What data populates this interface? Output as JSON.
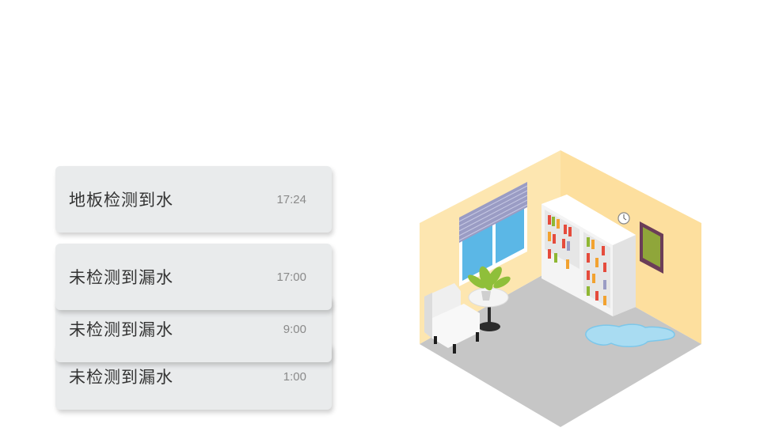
{
  "events": [
    {
      "label": "地板检测到水",
      "time": "17:24"
    },
    {
      "label": "未检测到漏水",
      "time": "17:00"
    },
    {
      "label": "未检测到漏水",
      "time": "9:00"
    },
    {
      "label": "未检测到漏水",
      "time": "1:00"
    }
  ],
  "illustration": {
    "wall_color": "#fde6b0",
    "floor_color": "#c6c6c6",
    "water_color": "#a9dcf2"
  }
}
